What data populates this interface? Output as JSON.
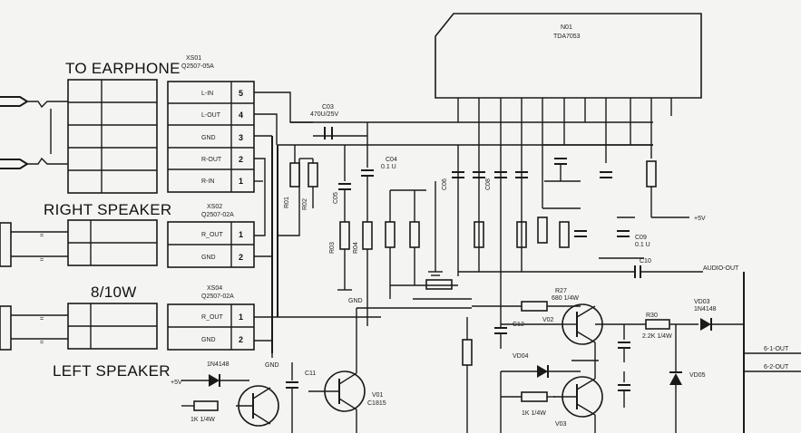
{
  "labels": {
    "to_earphone": "TO EARPHONE",
    "right_speaker": "RIGHT SPEAKER",
    "rating": "8/10W",
    "left_speaker": "LEFT SPEAKER"
  },
  "connectors": {
    "earphone": {
      "ref": "XS01",
      "part": "Q2507-05A",
      "pins": [
        {
          "num": "5",
          "label": "L-IN"
        },
        {
          "num": "4",
          "label": "L-OUT"
        },
        {
          "num": "3",
          "label": "GND"
        },
        {
          "num": "2",
          "label": "R-OUT"
        },
        {
          "num": "1",
          "label": "R-IN"
        }
      ]
    },
    "right": {
      "ref": "XS02",
      "part": "Q2507-02A",
      "pins": [
        {
          "num": "1",
          "label": "R_OUT"
        },
        {
          "num": "2",
          "label": "GND"
        }
      ]
    },
    "left": {
      "ref": "XS04",
      "part": "Q2507-02A",
      "pins": [
        {
          "num": "1",
          "label": "R_OUT"
        },
        {
          "num": "2",
          "label": "GND"
        }
      ]
    }
  },
  "ic": {
    "ref": "N01",
    "part": "TDA7053"
  },
  "components": {
    "c03": "C03",
    "c03_val": "470U/25V",
    "r01": "R01",
    "r02": "R02",
    "r03": "R03",
    "r04": "R04",
    "c04": "C04",
    "c04_val": "0.1 U",
    "c05": "C05",
    "c06": "C06",
    "c08": "C08",
    "c09": "C09",
    "c09_val": "0.1 U",
    "c10": "C10",
    "r27": "R27",
    "r27_val": "680 1/4W",
    "r30": "R30",
    "r30_val": "2.2K 1/4W",
    "vd03": "VD03",
    "vd03_val": "1N4148",
    "vd04": "VD04",
    "vd04_val": "1N4148",
    "vd05": "VD05",
    "c11": "C11",
    "c12": "C12",
    "r_label": "1K 1/4W",
    "v01": "V01",
    "v01_part": "C1815",
    "v02": "V02",
    "v03": "V03",
    "vcc": "+5V",
    "net_audio": "AUDIO-OUT",
    "pin_a": "6-1-OUT",
    "pin_b": "6-2-OUT",
    "gnd": "GND"
  }
}
